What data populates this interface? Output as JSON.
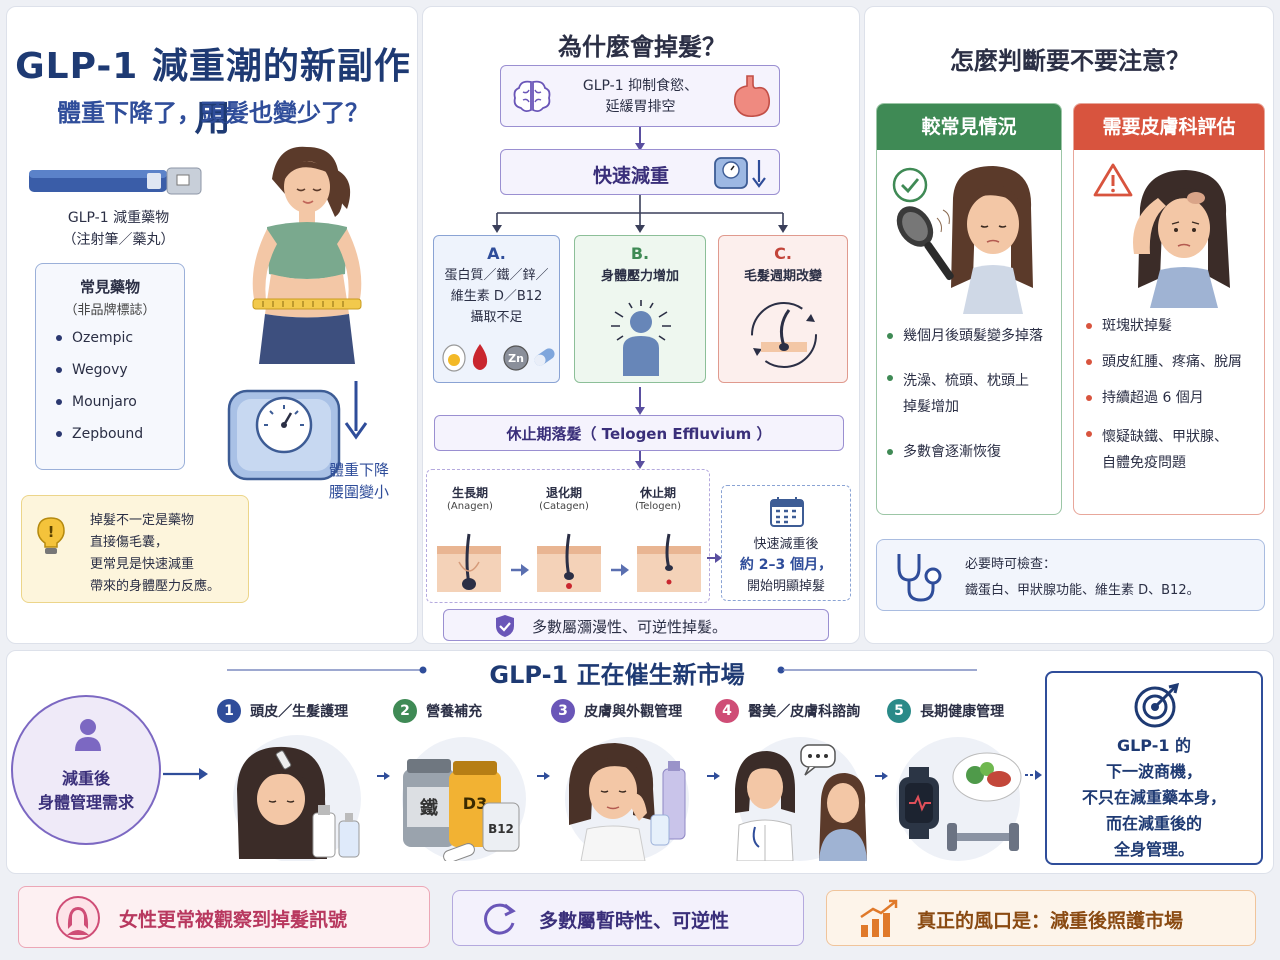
{
  "left": {
    "title": "GLP-1 減重潮的新副作用",
    "subtitle": "體重下降了，頭髮也變少了？",
    "pen_caption_1": "GLP-1 減重藥物",
    "pen_caption_2": "（注射筆／藥丸）",
    "drugs_title": "常見藥物",
    "drugs_note": "（非品牌標誌）",
    "drugs": [
      "Ozempic",
      "Wegovy",
      "Mounjaro",
      "Zepbound"
    ],
    "scale_caption_1": "體重下降",
    "scale_caption_2": "腰圍變小",
    "note_lines": [
      "掉髮不一定是藥物",
      "直接傷毛囊，",
      "更常見是快速減重",
      "帶來的身體壓力反應。"
    ]
  },
  "middle": {
    "title": "為什麼會掉髮？",
    "step1_line1": "GLP-1 抑制食慾、",
    "step1_line2": "延緩胃排空",
    "step2": "快速減重",
    "cause_a_letter": "A.",
    "cause_a_lines": [
      "蛋白質／鐵／鋅／",
      "維生素 D／B12",
      "攝取不足"
    ],
    "zn_label": "Zn",
    "cause_b_letter": "B.",
    "cause_b": "身體壓力增加",
    "cause_c_letter": "C.",
    "cause_c": "毛髮週期改變",
    "telogen": "休止期落髮（ Telogen Effluvium ）",
    "phases": [
      {
        "name": "生長期",
        "en": "(Anagen)"
      },
      {
        "name": "退化期",
        "en": "(Catagen)"
      },
      {
        "name": "休止期",
        "en": "(Telogen)"
      }
    ],
    "timing_lines": [
      "快速減重後",
      "約 2–3 個月，",
      "開始明顯掉髮"
    ],
    "reversible": "多數屬瀰漫性、可逆性掉髮。"
  },
  "right": {
    "title": "怎麼判斷要不要注意？",
    "common_title": "較常見情況",
    "common_items": [
      [
        "幾個月後頭髮變多掉落"
      ],
      [
        "洗澡、梳頭、枕頭上",
        "掉髮增加"
      ],
      [
        "多數會逐漸恢復"
      ]
    ],
    "derm_title": "需要皮膚科評估",
    "derm_items": [
      [
        "斑塊狀掉髮"
      ],
      [
        "頭皮紅腫、疼痛、脫屑"
      ],
      [
        "持續超過 6 個月"
      ],
      [
        "懷疑缺鐵、甲狀腺、",
        "自體免疫問題"
      ]
    ],
    "check_line1": "必要時可檢查：",
    "check_line2": "鐵蛋白、甲狀腺功能、維生素 D、B12。"
  },
  "market": {
    "title": "GLP-1 正在催生新市場",
    "need_line1": "減重後",
    "need_line2": "身體管理需求",
    "items": [
      {
        "num": "1",
        "label": "頭皮／生髮護理",
        "color": "#2f4d9a"
      },
      {
        "num": "2",
        "label": "營養補充",
        "color": "#3f8a55"
      },
      {
        "num": "3",
        "label": "皮膚與外觀管理",
        "color": "#6a56b8"
      },
      {
        "num": "4",
        "label": "醫美／皮膚科諮詢",
        "color": "#cf4d76"
      },
      {
        "num": "5",
        "label": "長期健康管理",
        "color": "#2a8a88"
      }
    ],
    "iron": "鐵",
    "d3": "D3",
    "b12": "B12",
    "next_lines": [
      "GLP-1 的",
      "下一波商機，",
      "不只在減重藥本身，",
      "而在減重後的",
      "全身管理。"
    ]
  },
  "bottom": {
    "left": "女性更常被觀察到掉髮訊號",
    "mid": "多數屬暫時性、可逆性",
    "right": "真正的風口是：減重後照護市場"
  },
  "colors": {
    "navy": "#1e3a73",
    "green": "#3f8a55",
    "red": "#d8543e",
    "purple": "#6a56b8"
  }
}
